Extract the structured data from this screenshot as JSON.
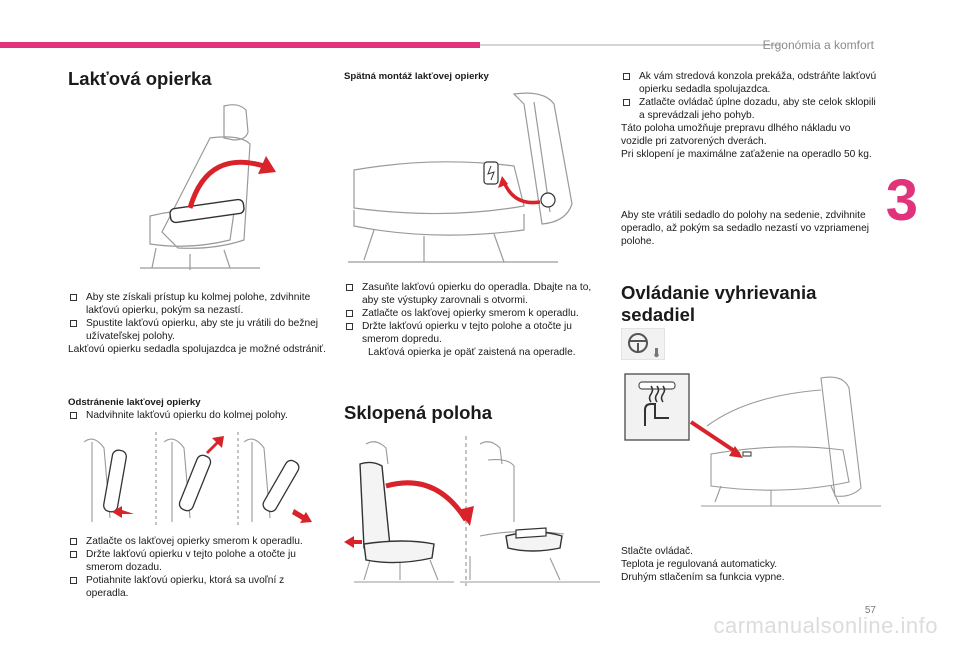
{
  "header": {
    "title": "Ergonómia a komfort",
    "chapter": "3",
    "page_number": "57"
  },
  "watermark": "carmanualsonline.info",
  "col1": {
    "title": "Lakťová opierka",
    "bullets_a": [
      "Aby ste získali prístup ku kolmej polohe, zdvihnite lakťovú opierku, pokým sa nezastí.",
      "Spustite lakťovú opierku, aby ste ju vrátili do bežnej užívateľskej polohy."
    ],
    "note": "Lakťovú opierku sedadla spolujazdca je možné odstrániť.",
    "removal_title": "Odstránenie lakťovej opierky",
    "removal_bullet": "Nadvihnite lakťovú opierku do kolmej polohy.",
    "bullets_b": [
      "Zatlačte os lakťovej opierky smerom k operadlu.",
      "Držte lakťovú opierku v tejto polohe a otočte ju smerom dozadu.",
      "Potiahnite lakťovú opierku, ktorá sa uvoľní z operadla."
    ]
  },
  "col2": {
    "reinstall_title": "Spätná montáž lakťovej opierky",
    "bullets": [
      "Zasuňte lakťovú opierku do operadla. Dbajte na to, aby ste výstupky zarovnali s otvormi.",
      "Zatlačte os lakťovej opierky smerom k operadlu.",
      "Držte lakťovú opierku v tejto polohe a otočte ju smerom dopredu."
    ],
    "indent_note": "Lakťová opierka je opäť zaistená na operadle.",
    "folded_title": "Sklopená poloha"
  },
  "col3": {
    "bullets": [
      "Ak vám stredová konzola prekáža, odstráňte lakťovú opierku sedadla spolujazdca.",
      "Zatlačte ovládač úplne dozadu, aby ste celok sklopili a sprevádzali jeho pohyb."
    ],
    "para1_lines": [
      "Táto poloha umožňuje prepravu dlhého nákladu vo vozidle pri zatvorených dverách.",
      "Pri sklopení je maximálne zaťaženie na operadlo 50 kg."
    ],
    "para2": "Aby ste vrátili sedadlo do polohy na sedenie, zdvihnite operadlo, až pokým sa sedadlo nezastí vo vzpriamenej polohe.",
    "heating_title_line1": "Ovládanie vyhrievania",
    "heating_title_line2": "sedadiel",
    "heating_lines": [
      "Stlačte ovládač.",
      "Teplota je regulovaná automaticky.",
      "Druhým stlačením sa funkcia vypne."
    ]
  },
  "colors": {
    "accent": "#e0337a",
    "text": "#1a1a1a",
    "header_text": "#8a8a8a",
    "illustration_line": "#9a9a9a",
    "arrow_red": "#d8232a"
  }
}
